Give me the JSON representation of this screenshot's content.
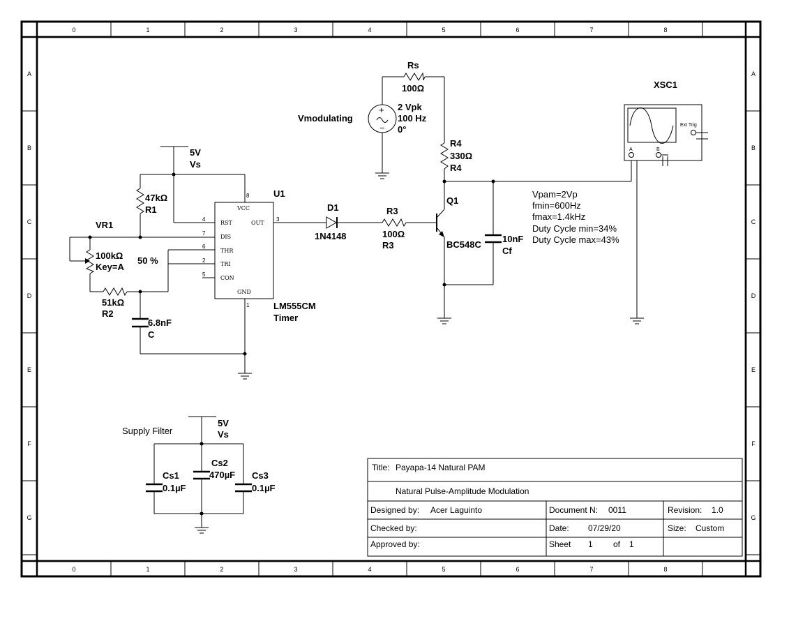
{
  "border": {
    "columns": [
      "0",
      "1",
      "2",
      "3",
      "4",
      "5",
      "6",
      "7",
      "8"
    ],
    "rows": [
      "A",
      "B",
      "C",
      "D",
      "E",
      "F",
      "G"
    ]
  },
  "labels": {
    "vs_top_v": "5V",
    "vs_top_n": "Vs",
    "r1_val": "47kΩ",
    "r1_name": "R1",
    "vr1_name": "VR1",
    "vr1_val": "100kΩ",
    "vr1_key": "Key=A",
    "vr1_pct": "50 %",
    "r2_val": "51kΩ",
    "r2_name": "R2",
    "c_val": "6.8nF",
    "c_name": "C",
    "u1_name": "U1",
    "u1_part": "LM555CM",
    "u1_type": "Timer",
    "d1_name": "D1",
    "d1_part": "1N4148",
    "r3_name_top": "R3",
    "r3_val": "100Ω",
    "r3_name_bot": "R3",
    "rs_name": "Rs",
    "rs_val": "100Ω",
    "vmod_name": "Vmodulating",
    "vmod_amp": "2 Vpk",
    "vmod_freq": "100 Hz",
    "vmod_phase": "0°",
    "r4_name_top": "R4",
    "r4_val": "330Ω",
    "r4_name_bot": "R4",
    "q1_name": "Q1",
    "q1_part": "BC548C",
    "cf_val": "10nF",
    "cf_name": "Cf",
    "xsc_name": "XSC1",
    "xsc_ext": "Ext Trig",
    "xsc_a": "A",
    "xsc_b": "B",
    "supply_title": "Supply Filter",
    "vs_bot_v": "5V",
    "vs_bot_n": "Vs",
    "cs1_name": "Cs1",
    "cs1_val": "0.1µF",
    "cs2_name": "Cs2",
    "cs2_val": "470µF",
    "cs3_name": "Cs3",
    "cs3_val": "0.1µF"
  },
  "pins": {
    "vcc": "VCC",
    "rst": "RST",
    "dis": "DIS",
    "thr": "THR",
    "tri": "TRI",
    "con": "CON",
    "out": "OUT",
    "gnd": "GND",
    "n8": "8",
    "n4": "4",
    "n7": "7",
    "n6": "6",
    "n2": "2",
    "n5": "5",
    "n3": "3",
    "n1": "1"
  },
  "notes": [
    "Vpam=2Vp",
    "fmin=600Hz",
    "fmax=1.4kHz",
    "Duty Cycle min=34%",
    "Duty Cycle max=43%"
  ],
  "title_block": {
    "title_label": "Title:",
    "title": "Payapa-14 Natural PAM",
    "subtitle": "Natural Pulse-Amplitude Modulation",
    "designed_label": "Designed by:",
    "designed": "Acer Laguinto",
    "document_label": "Document N:",
    "document": "0011",
    "revision_label": "Revision:",
    "revision": "1.0",
    "checked_label": "Checked by:",
    "date_label": "Date:",
    "date": "07/29/20",
    "size_label": "Size:",
    "size": "Custom",
    "approved_label": "Approved by:",
    "sheet_label": "Sheet",
    "sheet": "1",
    "of_label": "of",
    "of": "1"
  }
}
